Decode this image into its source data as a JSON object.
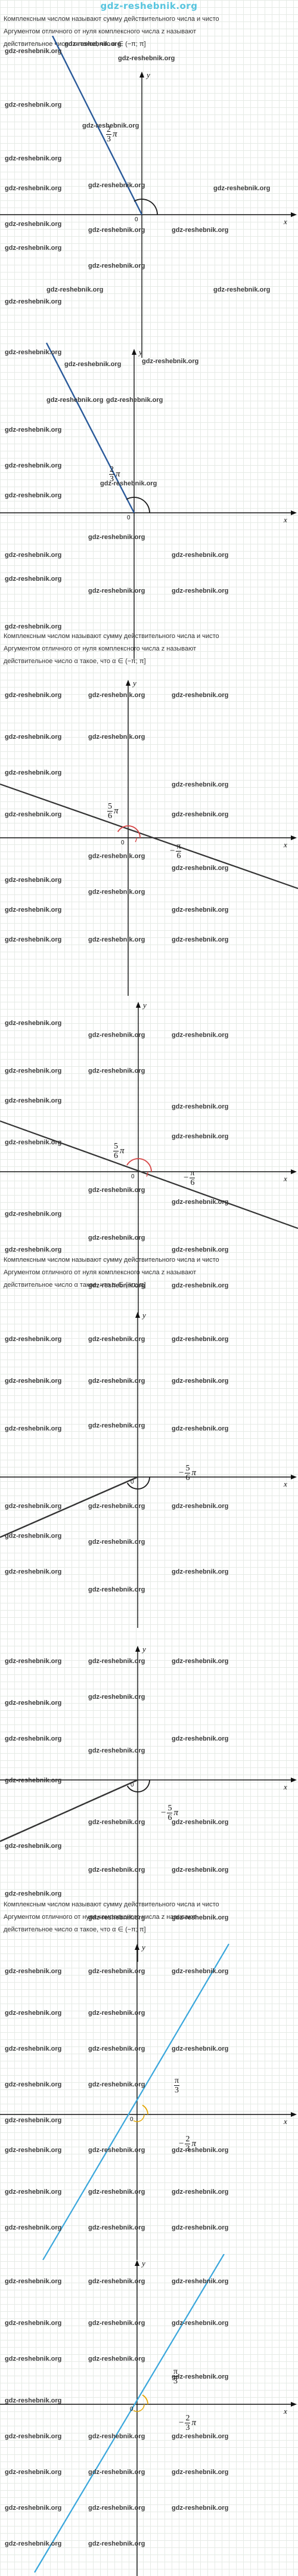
{
  "header": {
    "logo_text": "gdz-reshebnik.org"
  },
  "watermark": "gdz-reshebnik.org",
  "axes": {
    "x_label": "x",
    "y_label": "y",
    "origin_label": "0"
  },
  "text_blocks": [
    {
      "lines": [
        "Комплексным числом называют сумму действительного числа и чисто",
        "Аргументом отличного от нуля комплексного числа z называют",
        "действительное число α такое, что α ∈ (−π; π]"
      ]
    },
    {
      "lines": [
        "Комплексным числом называют сумму действительного числа и чисто",
        "Аргументом отличного от нуля комплексного числа z называют",
        "действительное число α такое, что α ∈ (−π; π]"
      ]
    },
    {
      "lines": [
        "Комплексным числом называют сумму действительного числа и чисто",
        "Аргументом отличного от нуля комплексного числа z называют",
        "действительное число α такое, что α ∈ (−π; π]"
      ]
    },
    {
      "lines": [
        "Комплексным числом называют сумму действительного числа и чисто",
        "Аргументом отличного от нуля комплексного числа z называют",
        "действительное число α такое, что α ∈ (−π; π]"
      ]
    }
  ],
  "panels": [
    {
      "angle_sign": "",
      "angle_num": "2",
      "angle_den": "3",
      "pi": "π",
      "line_color": "#2a5a9a",
      "arc_color": "#1a1a1a"
    },
    {
      "angle_sign": "",
      "angle_num": "2",
      "angle_den": "3",
      "pi": "π",
      "line_color": "#2a5a9a",
      "arc_color": "#1a1a1a"
    },
    {
      "angle_sign": "",
      "angle_num": "5",
      "angle_den": "6",
      "pi": "π",
      "second_sign": "−",
      "second_num": "π",
      "second_den": "6",
      "line_color": "#333333",
      "arc_color": "#d64545"
    },
    {
      "angle_sign": "",
      "angle_num": "5",
      "angle_den": "6",
      "pi": "π",
      "second_sign": "−",
      "second_num": "π",
      "second_den": "6",
      "line_color": "#333333",
      "arc_color": "#d64545"
    },
    {
      "angle_sign": "−",
      "angle_num": "5",
      "angle_den": "6",
      "pi": "π",
      "line_color": "#333333",
      "arc_color": "#1a1a1a"
    },
    {
      "angle_sign": "−",
      "angle_num": "5",
      "angle_den": "6",
      "pi": "π",
      "line_color": "#333333",
      "arc_color": "#1a1a1a"
    },
    {
      "angle_sign": "",
      "angle_num": "π",
      "angle_den": "3",
      "pi": "",
      "second_sign": "−",
      "second_num": "2",
      "second_den": "3",
      "second_pi": "π",
      "line_color": "#3aa7dc",
      "arc_color": "#e3a400"
    },
    {
      "angle_sign": "",
      "angle_num": "π",
      "angle_den": "3",
      "pi": "",
      "second_sign": "−",
      "second_num": "2",
      "second_den": "3",
      "second_pi": "π",
      "line_color": "#3aa7dc",
      "arc_color": "#e3a400"
    }
  ]
}
